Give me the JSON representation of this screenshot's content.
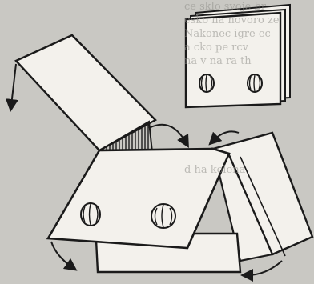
{
  "figure": {
    "stroke_color": "#1a1a1a",
    "paper_color": "#c9c8c3",
    "face_color": "#f3f1ec",
    "hatch_color": "#1a1a1a",
    "bleed_through_text": [
      "ce sklo svoje br",
      "esko na novoro ze",
      "Nakonec igre ec",
      "a cko pe rcv",
      "na v na ra th",
      "",
      "",
      "",
      "",
      "",
      "",
      "",
      "d ha kolena",
      "",
      ""
    ]
  }
}
